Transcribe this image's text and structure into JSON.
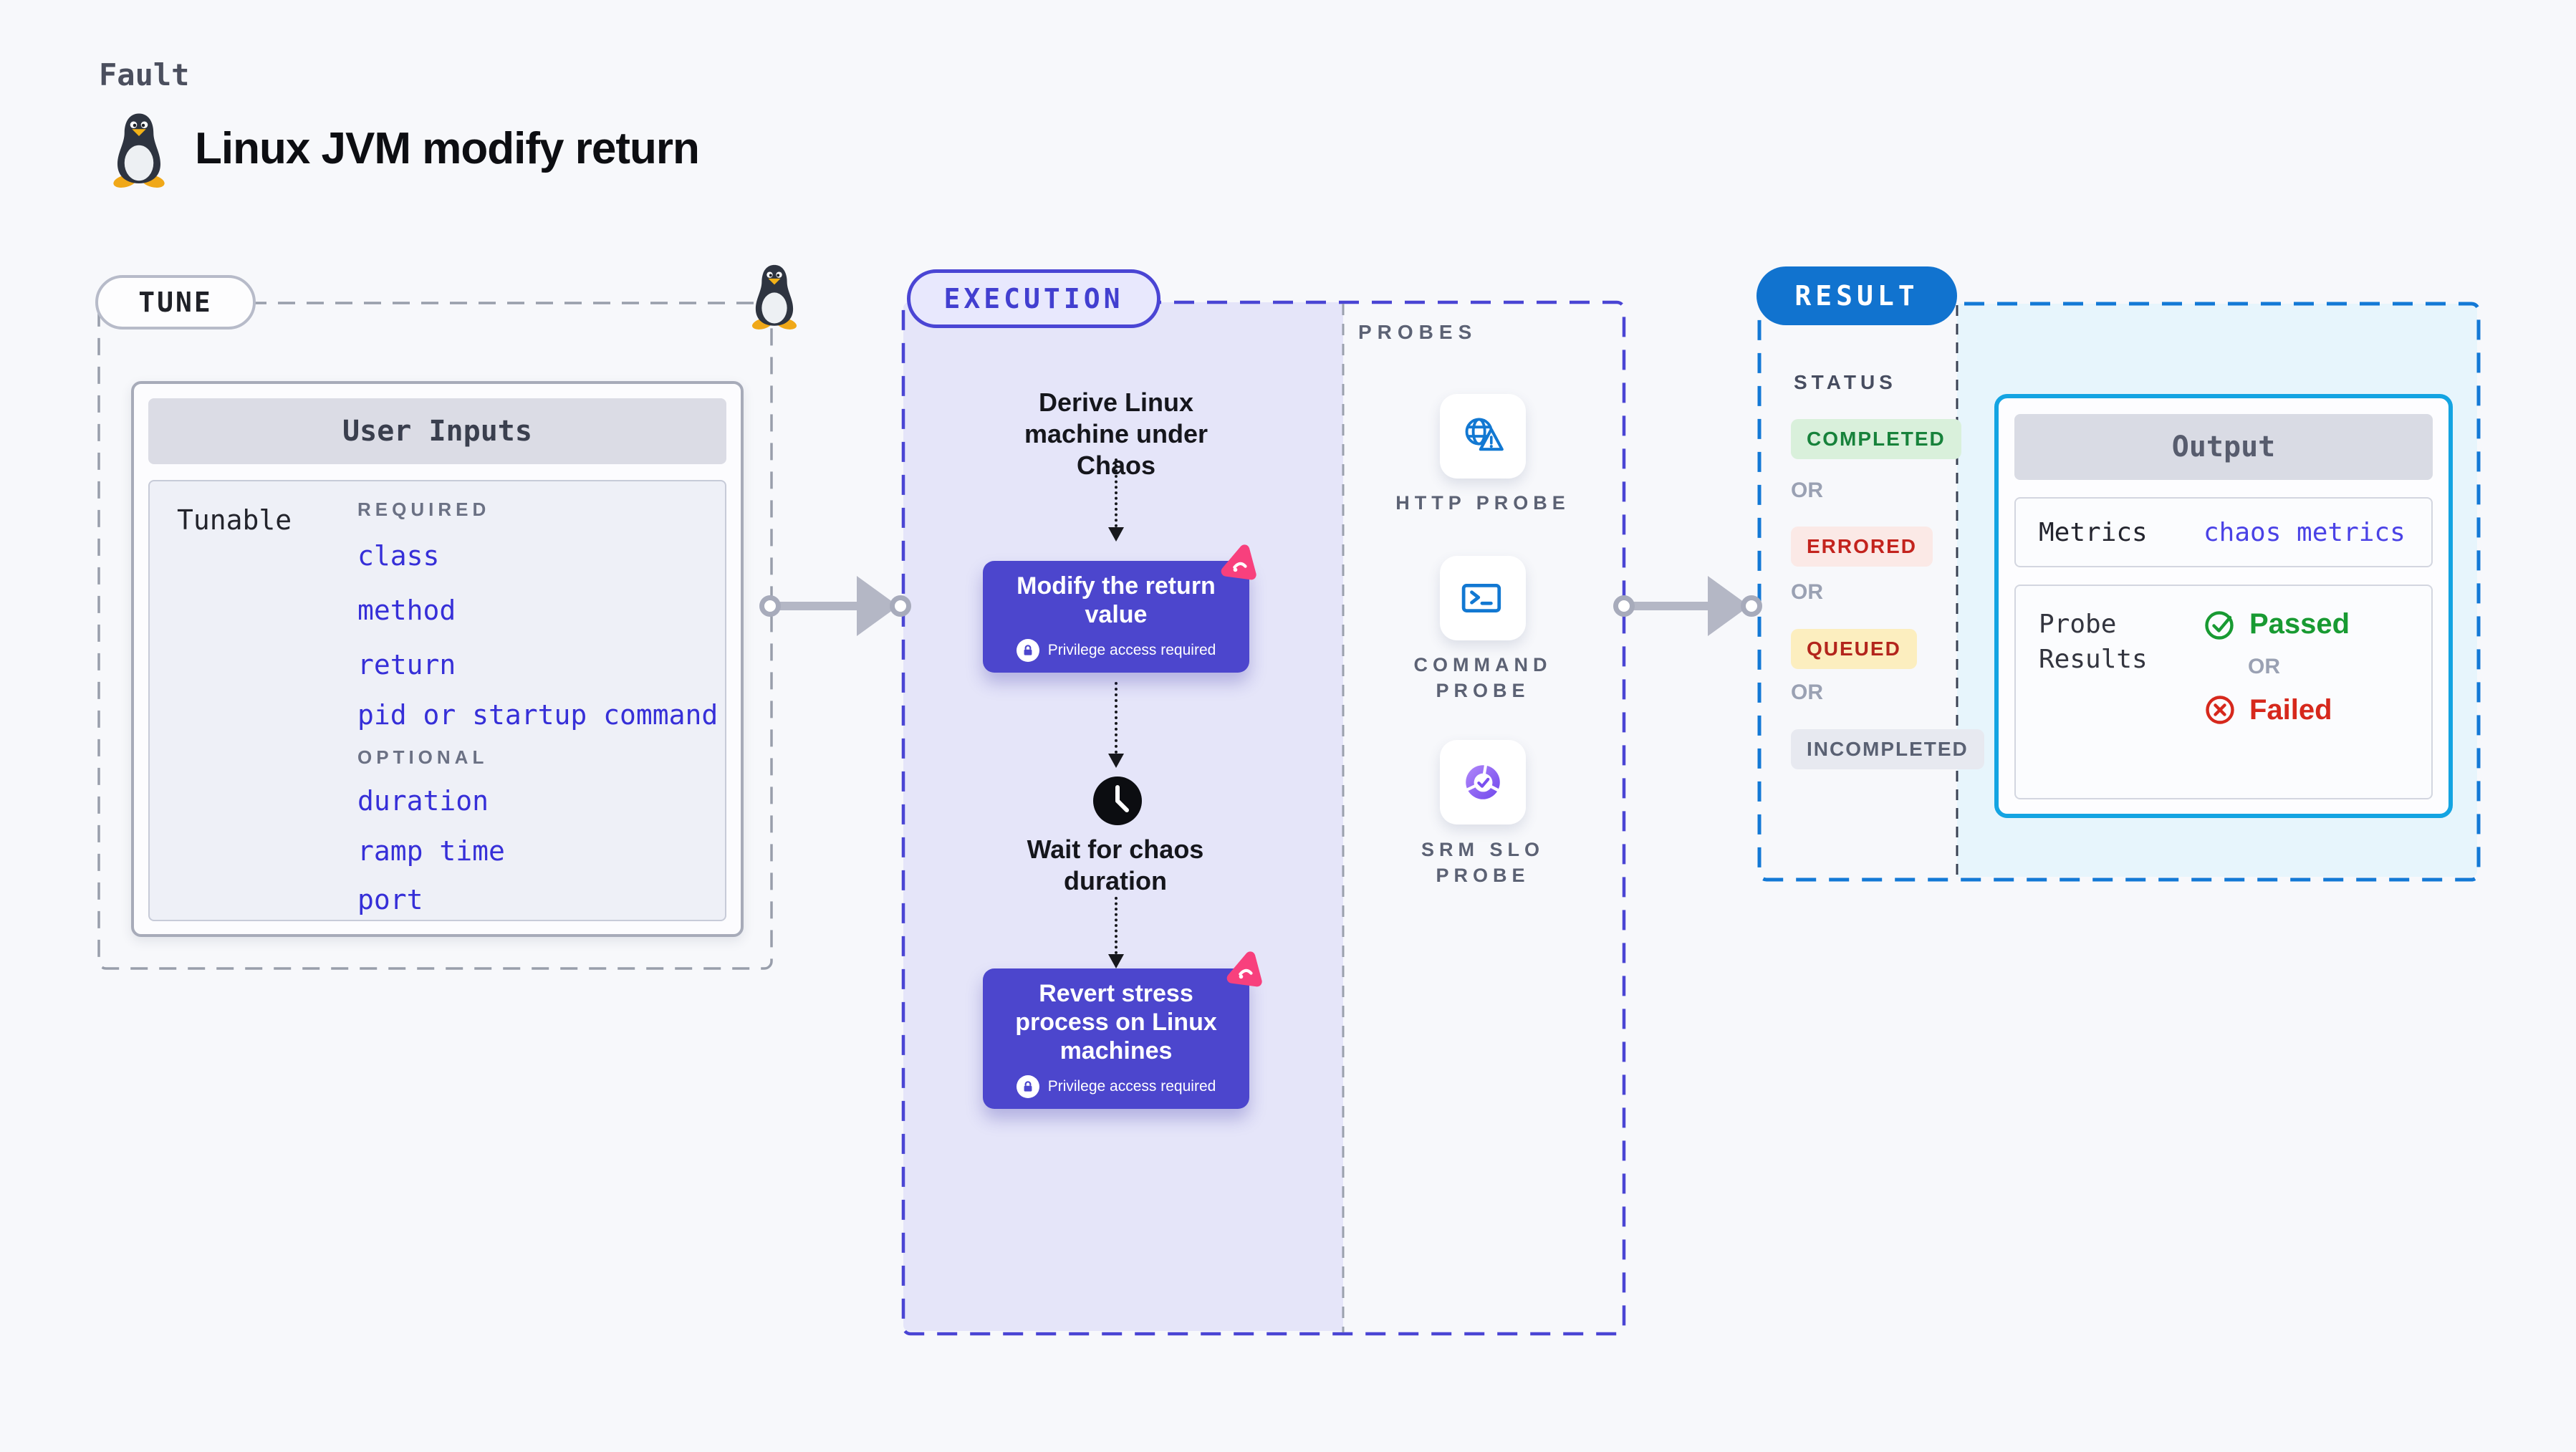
{
  "header": {
    "kicker": "Fault",
    "title": "Linux JVM modify return"
  },
  "tune": {
    "label": "TUNE",
    "card_title": "User Inputs",
    "row_label": "Tunable",
    "required_label": "REQUIRED",
    "required_items": [
      "class",
      "method",
      "return",
      "pid or startup command"
    ],
    "optional_label": "OPTIONAL",
    "optional_items": [
      "duration",
      "ramp time",
      "port"
    ]
  },
  "execution": {
    "label": "EXECUTION",
    "derive_text": "Derive Linux machine under Chaos",
    "modify_title": "Modify the return value",
    "wait_text": "Wait for chaos duration",
    "revert_title": "Revert stress process on Linux machines",
    "privilege_label": "Privilege access required"
  },
  "probes": {
    "label": "PROBES",
    "items": [
      {
        "label": "HTTP PROBE",
        "icon": "globe-alert-icon"
      },
      {
        "label": "COMMAND PROBE",
        "icon": "terminal-icon"
      },
      {
        "label": "SRM SLO PROBE",
        "icon": "slo-gauge-icon"
      }
    ]
  },
  "result": {
    "label": "RESULT",
    "status_label": "STATUS",
    "or_label": "OR",
    "statuses": [
      {
        "label": "COMPLETED",
        "fg": "#17823b",
        "bg": "#d9f0db"
      },
      {
        "label": "ERRORED",
        "fg": "#c3231d",
        "bg": "#fbe9e6"
      },
      {
        "label": "QUEUED",
        "fg": "#b3251c",
        "bg": "#fceebf"
      },
      {
        "label": "INCOMPLETED",
        "fg": "#5a6173",
        "bg": "#e7e9f0"
      }
    ],
    "output": {
      "title": "Output",
      "metrics_label": "Metrics",
      "metrics_value": "chaos metrics",
      "probe_results_label": "Probe Results",
      "passed_label": "Passed",
      "failed_label": "Failed"
    }
  },
  "colors": {
    "accent_indigo": "#4c46cd",
    "result_blue": "#1173cf",
    "output_border_cyan": "#14a4e2",
    "probe_icon_blue": "#1278d2",
    "chaos_pink": "#f8407d",
    "lavender_fill": "#e5e5f9",
    "lightblue_fill": "#e7f5fc",
    "passed_green": "#189a32",
    "failed_red": "#d6281c"
  }
}
